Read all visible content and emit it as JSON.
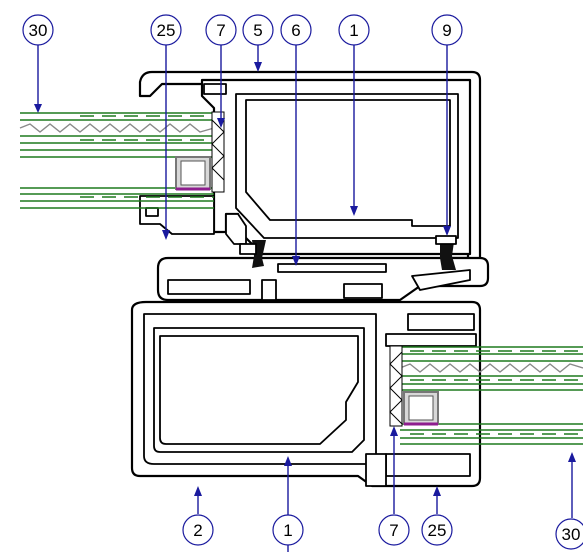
{
  "callouts": {
    "top": [
      {
        "id": "c-top-30",
        "label": "30"
      },
      {
        "id": "c-top-25",
        "label": "25"
      },
      {
        "id": "c-top-7",
        "label": "7"
      },
      {
        "id": "c-top-5",
        "label": "5"
      },
      {
        "id": "c-top-6",
        "label": "6"
      },
      {
        "id": "c-top-1",
        "label": "1"
      },
      {
        "id": "c-top-9",
        "label": "9"
      }
    ],
    "bottom": [
      {
        "id": "c-bot-2",
        "label": "2"
      },
      {
        "id": "c-bot-1",
        "label": "1"
      },
      {
        "id": "c-bot-7",
        "label": "7"
      },
      {
        "id": "c-bot-25",
        "label": "25"
      },
      {
        "id": "c-bot-30",
        "label": "30"
      }
    ]
  },
  "colors": {
    "leader": "#1a1a9e",
    "glass": "#1f7a1f",
    "profile_outline": "#000000",
    "gasket": "#111111",
    "spacer_seal": "#8e1e8e"
  }
}
